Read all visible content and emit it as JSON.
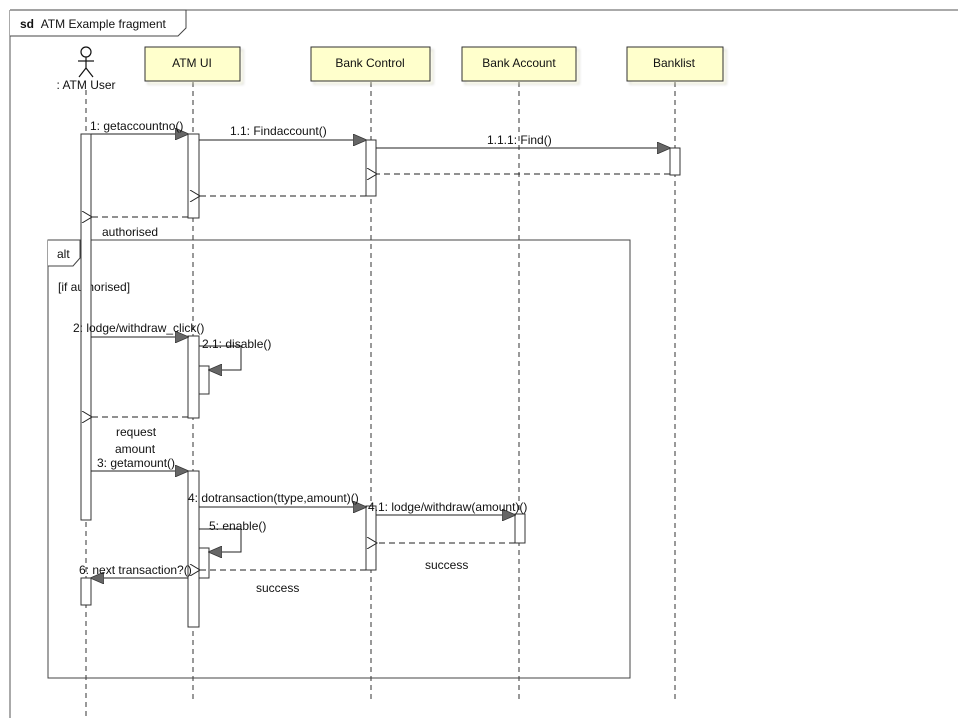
{
  "frame": {
    "keyword": "sd",
    "title": "ATM Example fragment"
  },
  "actor": {
    "name": ": ATM User"
  },
  "lifelines": [
    {
      "id": "atmui",
      "name": "ATM UI"
    },
    {
      "id": "bankcontrol",
      "name": "Bank Control"
    },
    {
      "id": "bankaccount",
      "name": "Bank Account"
    },
    {
      "id": "banklist",
      "name": "Banklist"
    }
  ],
  "colors": {
    "lifeline_fill": "#ffffcc",
    "lifeline_stroke": "#333333",
    "arrowhead": "#666666",
    "line": "#222222"
  },
  "messages": {
    "m1": "1: getaccountno()",
    "m1_1": "1.1: Findaccount()",
    "m1_1_1": "1.1.1: Find()",
    "r_authorised": "authorised",
    "m2": "2: lodge/withdraw_click()",
    "m2_1": "2.1: disable()",
    "r_request_1": "request",
    "r_request_2": "amount",
    "m3": "3: getamount()",
    "m4": "4: dotransaction(ttype,amount)()",
    "m4_1": "4.1: lodge/withdraw(amount)()",
    "r_success_1": "success",
    "m5": "5: enable()",
    "r_success_2": "success",
    "m6": "6: next transaction?()"
  },
  "fragment": {
    "operator": "alt",
    "guard": "[if authorised]"
  }
}
